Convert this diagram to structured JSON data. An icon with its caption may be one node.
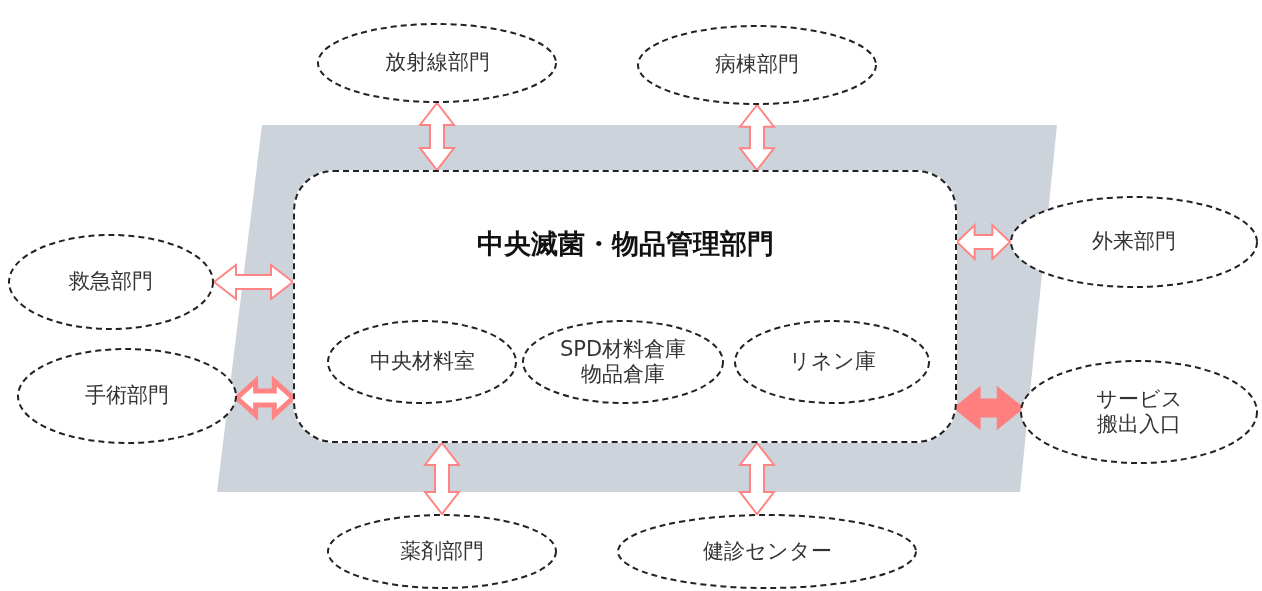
{
  "diagram": {
    "nodes": [
      {
        "text": [
          "中央滅菌・物品管理部門"
        ]
      },
      {
        "text": [
          "中央材料室"
        ],
        "in": 0
      },
      {
        "text": [
          "SPD材料倉庫",
          "物品倉庫"
        ],
        "in": 0
      },
      {
        "text": [
          "リネン庫"
        ],
        "in": 0
      },
      {
        "text": [
          "放射線部門"
        ]
      },
      {
        "text": [
          "病棟部門"
        ]
      },
      {
        "text": [
          "救急部門"
        ]
      },
      {
        "text": [
          "外来部門"
        ]
      },
      {
        "text": [
          "手術部門"
        ]
      },
      {
        "text": [
          "サービス",
          "搬出入口"
        ]
      },
      {
        "text": [
          "薬剤部門"
        ]
      },
      {
        "text": [
          "健診センター"
        ]
      }
    ],
    "edges": [
      {
        "from": 4,
        "to": 0,
        "arrow": "both"
      },
      {
        "from": 5,
        "to": 0,
        "arrow": "both"
      },
      {
        "from": 6,
        "to": 0,
        "arrow": "both"
      },
      {
        "from": 0,
        "to": 7,
        "arrow": "both"
      },
      {
        "from": 8,
        "to": 0,
        "arrow": "both",
        "style": "thick"
      },
      {
        "from": 0,
        "to": 9,
        "arrow": "both",
        "style": "thick",
        "color": "#ff7f7f"
      },
      {
        "from": 0,
        "to": 10,
        "arrow": "both"
      },
      {
        "from": 0,
        "to": 11,
        "arrow": "both"
      }
    ]
  }
}
